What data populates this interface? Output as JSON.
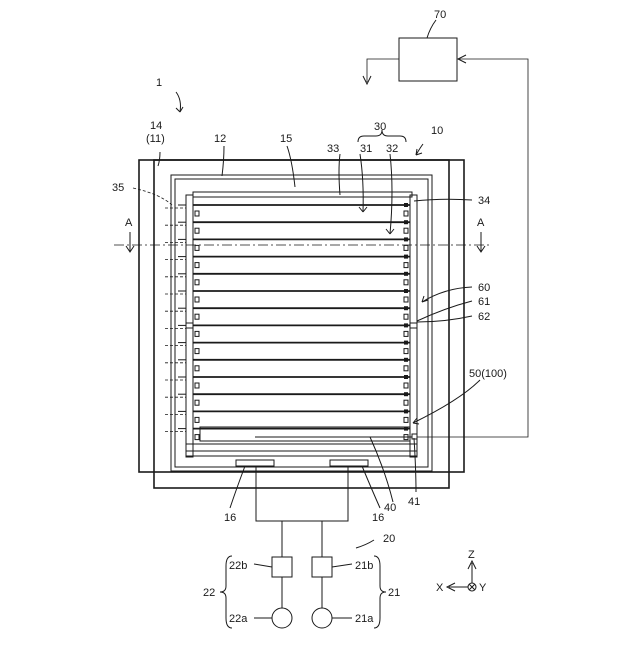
{
  "labels": {
    "ref_1": "1",
    "ref_10": "10",
    "ref_12": "12",
    "ref_14": "14",
    "ref_11": "(11)",
    "ref_15": "15",
    "ref_16_left": "16",
    "ref_16_right": "16",
    "ref_20": "20",
    "ref_21": "21",
    "ref_21a": "21a",
    "ref_21b": "21b",
    "ref_22": "22",
    "ref_22a": "22a",
    "ref_22b": "22b",
    "ref_30": "30",
    "ref_31": "31",
    "ref_32": "32",
    "ref_33": "33",
    "ref_34": "34",
    "ref_35": "35",
    "ref_40": "40",
    "ref_41": "41",
    "ref_50": "50(100)",
    "ref_60": "60",
    "ref_61": "61",
    "ref_62": "62",
    "ref_70": "70",
    "section_left": "A",
    "section_right": "A",
    "axis_z": "Z",
    "axis_x": "X",
    "axis_y": "Y"
  }
}
